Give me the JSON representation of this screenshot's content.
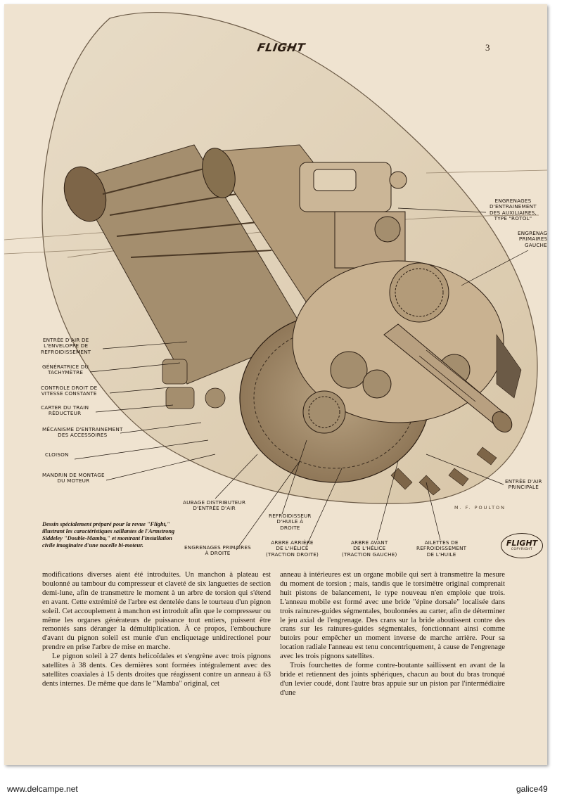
{
  "header": {
    "logo": "FLIGHT",
    "page_number": "3"
  },
  "labels": {
    "auxiliary_gears": "ENGRENAGES\nD'ENTRAINEMENT\nDES AUXILIAIRES,\nTYPE \"ROTOL\"",
    "primary_gears_left": "ENGRENAGES\nPRIMAIRES À\nGAUCHE",
    "cooling_air_inlet": "ENTRÉE D'AIR DE\nL'ENVELOPPE DE\nREFROIDISSEMENT",
    "tachometer": "GÉNÉRATRICE DU\nTACHYMÈTRE",
    "speed_control": "CONTROLE DROIT DE\nVITESSE CONSTANTE",
    "reduction_casing": "CARTER DU TRAIN\nRÉDUCTEUR",
    "accessory_drive": "MÉCANISME D'ENTRAINEMENT\nDES ACCESSOIRES",
    "bulkhead": "CLOISON",
    "engine_mount": "MANDRIN DE MONTAGE\nDU MOTEUR",
    "main_air_inlet": "ENTRÉE D'AIR\nPRINCIPALE",
    "inlet_guide_vanes": "AUBAGE DISTRIBUTEUR\nD'ENTRÉE D'AIR",
    "oil_cooler": "REFROIDISSEUR\nD'HUILE À\nDROITE",
    "primary_gears_right": "ENGRENAGES PRIMAIRES\nÀ DROITE",
    "rear_shaft": "ARBRE ARRIÈRE\nDE L'HÉLICE\n(TRACTION DROITE)",
    "front_shaft": "ARBRE AVANT\nDE L'HÉLICE\n(TRACTION GAUCHE)",
    "oil_cooling_fins": "AILETTES DE\nREFROIDISSEMENT\nDE L'HUILE"
  },
  "signature": "M. F. POULTON",
  "caption": "Dessin spécialement préparé pour la revue \"Flight,\" illustrant les caractéristiques saillantes de l'Armstrong Siddeley \"Double-Mamba,\" et montrant l'installation civile imaginaire d'une nacelle bi-moteur.",
  "copyright_badge": {
    "brand": "FLIGHT",
    "note": "COPYRIGHT"
  },
  "body": {
    "left": [
      "modifications diverses aient été introduites. Un manchon à plateau est boulonné au tambour du compresseur et claveté de six languettes de section demi-lune, afin de transmettre le moment à un arbre de torsion qui s'étend en avant. Cette extrémité de l'arbre est dentelée dans le tourteau d'un pignon soleil. Cet accouplement à manchon est introduit afin que le compresseur ou même les organes générateurs de puissance tout entiers, puissent être remontés sans déranger la démultiplication. À ce propos, l'embouchure d'avant du pignon soleil est munie d'un encliquetage unidirectionel pour prendre en prise l'arbre de mise en marche.",
      "Le pignon soleil à 27 dents helicoïdales et s'engrène avec trois pignons satellites à 38 dents. Ces dernières sont formées intégralement avec des satellites coaxiales à 15 dents droites que réagissent contre un anneau à 63 dents internes. De même que dans le \"Mamba\" original, cet"
    ],
    "right": [
      "anneau à intérieures est un organe mobile qui sert à transmettre la mesure du moment de torsion ; mais, tandis que le torsimètre original comprenait huit pistons de balancement, le type nouveau n'en emploie que trois. L'anneau mobile est formé avec une bride \"épine dorsale\" localisée dans trois rainures-guides ségmentales, boulonnées au carter, afin de déterminer le jeu axial de l'engrenage. Des crans sur la bride aboutissent contre des crans sur les rainures-guides ségmentales, fonctionnant ainsi comme butoirs pour empêcher un moment inverse de marche arrière. Pour sa location radiale l'anneau est tenu concentriquement, à cause de l'engrenage avec les trois pignons satellites.",
      "Trois fourchettes de forme contre-boutante saillissent en avant de la bride et retiennent des joints sphériques, chacun au bout du bras tronqué d'un levier coudé, dont l'autre bras appuie sur un piston par l'intermédiaire d'une"
    ]
  },
  "footer": {
    "left": "www.delcampe.net",
    "right": "galice49"
  }
}
